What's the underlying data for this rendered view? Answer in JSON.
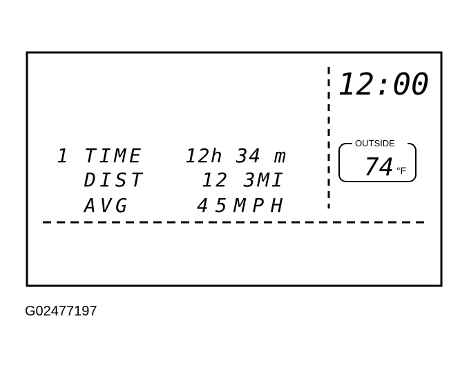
{
  "clock": "12:00",
  "trip": {
    "index": "1",
    "rows": [
      {
        "label": "TIME",
        "value": "12h 34 m"
      },
      {
        "label": "DIST",
        "value": "12 3MI"
      },
      {
        "label": "AVG",
        "value": "45MPH"
      }
    ]
  },
  "outside": {
    "label": "OUTSIDE",
    "temp": "74",
    "unit": "°F"
  },
  "figure_id": "G02477197"
}
